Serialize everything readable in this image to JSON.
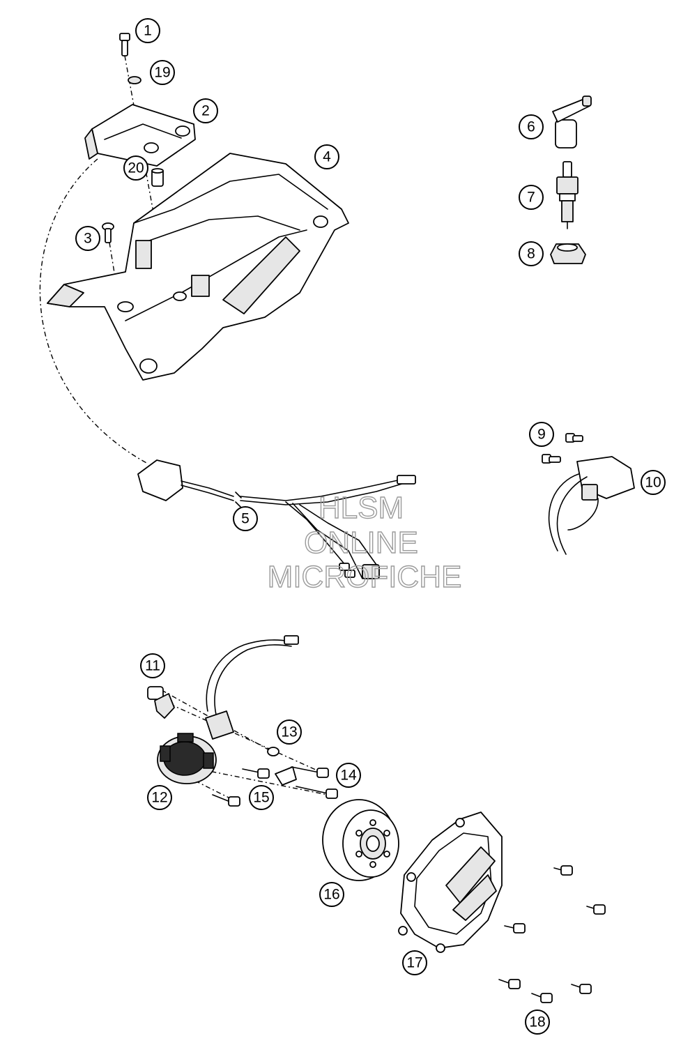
{
  "callouts": [
    "1",
    "2",
    "3",
    "4",
    "5",
    "6",
    "7",
    "8",
    "9",
    "10",
    "11",
    "12",
    "13",
    "14",
    "15",
    "16",
    "17",
    "18",
    "19",
    "20"
  ],
  "watermark": {
    "line1": "HLSM",
    "line2": "ONLINE",
    "line3": "MICROFICHE"
  }
}
